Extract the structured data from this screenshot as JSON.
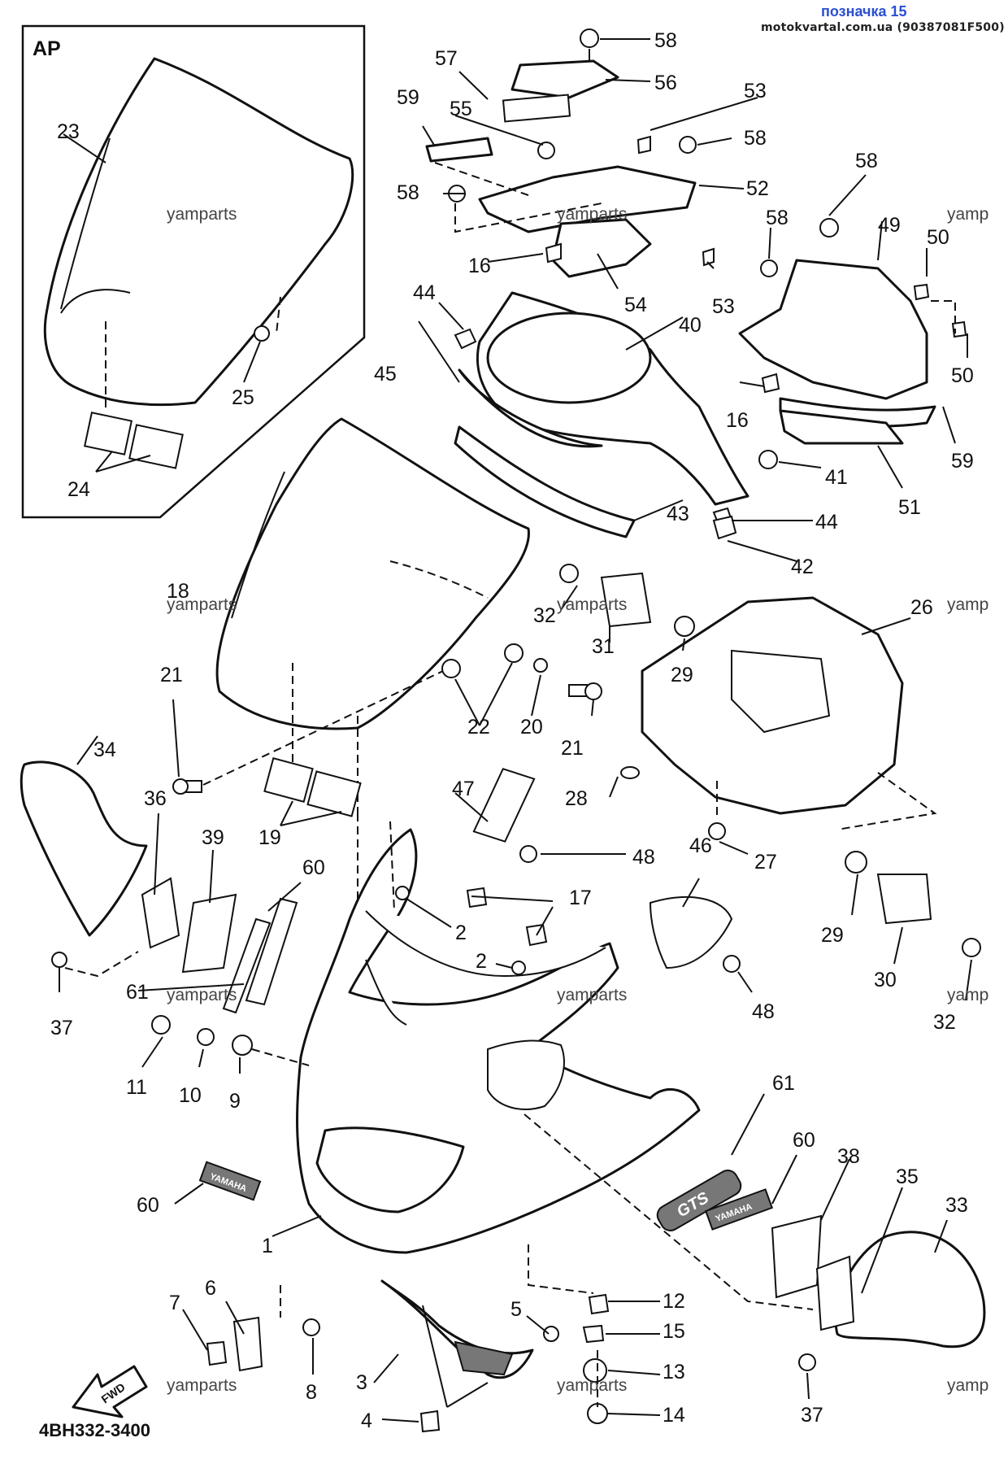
{
  "header": {
    "title": "позначка 15",
    "source": "motokvartal.com.ua (90387081F500)"
  },
  "inset_label": "AP",
  "diagram_code": "4BH332-3400",
  "fwd_label": "FWD",
  "watermarks": {
    "full": "yamparts",
    "clipped": "yamp"
  },
  "callouts": {
    "n1": "1",
    "n2": "2",
    "n3": "3",
    "n4": "4",
    "n5": "5",
    "n6": "6",
    "n7": "7",
    "n8": "8",
    "n9": "9",
    "n10": "10",
    "n11": "11",
    "n12": "12",
    "n13": "13",
    "n14": "14",
    "n15": "15",
    "n16": "16",
    "n17": "17",
    "n18": "18",
    "n19": "19",
    "n20": "20",
    "n21": "21",
    "n22": "22",
    "n23": "23",
    "n24": "24",
    "n25": "25",
    "n26": "26",
    "n27": "27",
    "n28": "28",
    "n29": "29",
    "n30": "30",
    "n31": "31",
    "n32": "32",
    "n33": "33",
    "n34": "34",
    "n35": "35",
    "n36": "36",
    "n37": "37",
    "n38": "38",
    "n39": "39",
    "n40": "40",
    "n41": "41",
    "n42": "42",
    "n43": "43",
    "n44": "44",
    "n45": "45",
    "n46": "46",
    "n47": "47",
    "n48": "48",
    "n49": "49",
    "n50": "50",
    "n51": "51",
    "n52": "52",
    "n53": "53",
    "n54": "54",
    "n55": "55",
    "n56": "56",
    "n57": "57",
    "n58": "58",
    "n59": "59",
    "n60": "60",
    "n61": "61"
  },
  "emblems": {
    "yamaha": "YAMAHA",
    "gts": "GTS"
  }
}
